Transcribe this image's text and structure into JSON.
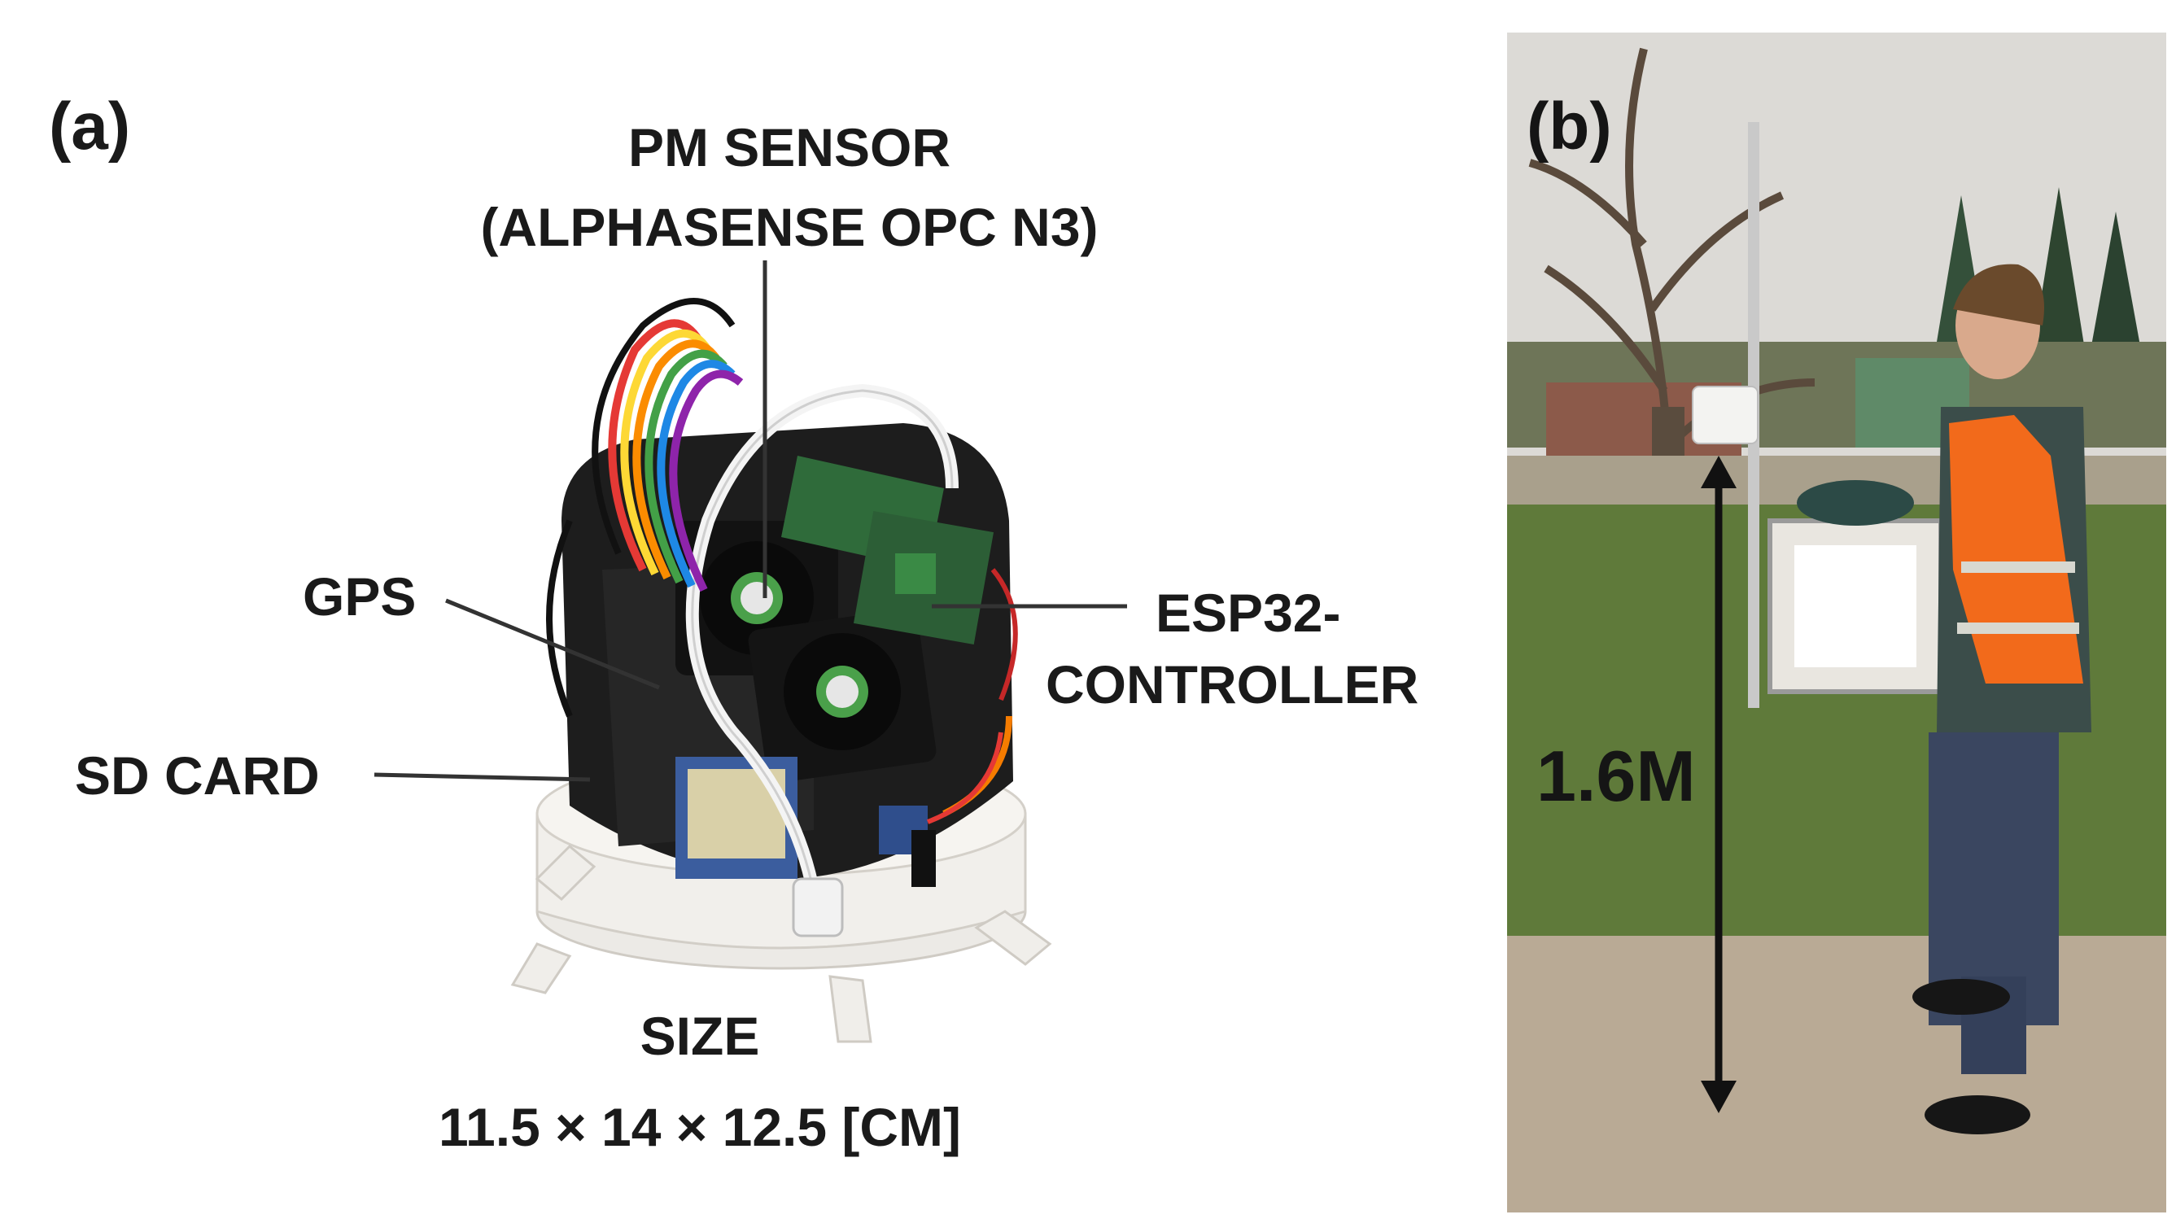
{
  "figure": {
    "panel_a": {
      "label": "(a)",
      "callouts": {
        "pm_sensor_line1": "PM SENSOR",
        "pm_sensor_line2": "(ALPHASENSE OPC N3)",
        "gps": "GPS",
        "sd_card": "SD CARD",
        "esp32_line1": "ESP32-",
        "esp32_line2": "CONTROLLER",
        "size_line1": "SIZE",
        "size_line2": "11.5 × 14 × 12.5 [CM]"
      }
    },
    "panel_b": {
      "label": "(b)",
      "height": "1.6M"
    }
  },
  "colors": {
    "text": "#1a1a1a",
    "safety_vest": "#f26a1b",
    "grass": "#5f7a3a",
    "path": "#b9aa95"
  }
}
